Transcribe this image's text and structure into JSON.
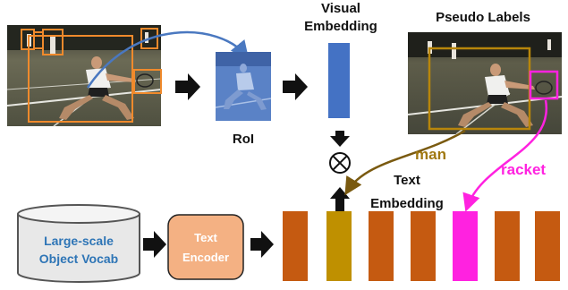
{
  "labels": {
    "visual_embedding_line1": "Visual",
    "visual_embedding_line2": "Embedding",
    "pseudo_labels": "Pseudo Labels",
    "roi": "RoI",
    "text_embedding_line1": "Text",
    "text_embedding_line2": "Embedding",
    "man": "man",
    "racket": "racket",
    "vocab_line1": "Large-scale",
    "vocab_line2": "Object Vocab",
    "encoder_line1": "Text",
    "encoder_line2": "Encoder"
  },
  "colors": {
    "detection_box": "#f08a2c",
    "roi_blue": "#4a78c0",
    "visual_embedding": "#4472c4",
    "man_gold": "#b8860b",
    "racket_magenta": "#ff22e0",
    "text_emb_orange": "#c55a11",
    "text_emb_gold": "#bf9000",
    "vocab_text": "#2e75b6",
    "encoder_fill": "#f4b183",
    "arrow_black": "#111111"
  },
  "icons": [
    "black-arrow-icon",
    "otimes-icon",
    "database-cylinder-icon",
    "tennis-player-photo"
  ]
}
